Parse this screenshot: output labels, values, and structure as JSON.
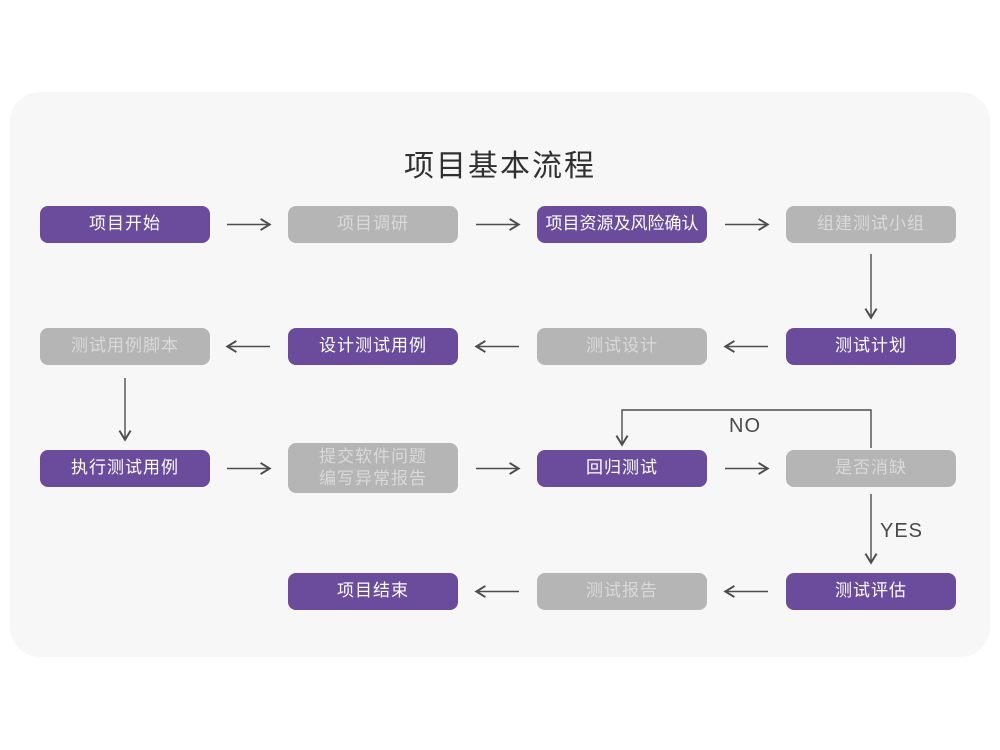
{
  "title": "项目基本流程",
  "colors": {
    "purple": "#6a4b9c",
    "purple_text": "#ffffff",
    "gray": "#b5b5b5",
    "gray_text": "#d9d9d9",
    "card_bg": "#f7f7f7",
    "page_bg": "#ffffff",
    "arrow": "#4d4d4d",
    "title_text": "#303030",
    "edge_label_text": "#4a4a4a"
  },
  "nodes": [
    {
      "id": "project-start",
      "label": "项目开始",
      "variant": "purple"
    },
    {
      "id": "project-research",
      "label": "项目调研",
      "variant": "gray"
    },
    {
      "id": "project-resources-risk",
      "label": "项目资源及风险确认",
      "variant": "purple"
    },
    {
      "id": "build-test-team",
      "label": "组建测试小组",
      "variant": "gray"
    },
    {
      "id": "test-plan",
      "label": "测试计划",
      "variant": "purple"
    },
    {
      "id": "test-design",
      "label": "测试设计",
      "variant": "gray"
    },
    {
      "id": "design-test-cases",
      "label": "设计测试用例",
      "variant": "purple"
    },
    {
      "id": "test-case-script",
      "label": "测试用例脚本",
      "variant": "gray"
    },
    {
      "id": "execute-test-cases",
      "label": "执行测试用例",
      "variant": "purple"
    },
    {
      "id": "submit-software-issues",
      "label": "提交软件问题",
      "label2": "编写异常报告",
      "variant": "gray"
    },
    {
      "id": "regression-test",
      "label": "回归测试",
      "variant": "purple"
    },
    {
      "id": "defect-resolved",
      "label": "是否消缺",
      "variant": "gray"
    },
    {
      "id": "test-evaluation",
      "label": "测试评估",
      "variant": "purple"
    },
    {
      "id": "test-report",
      "label": "测试报告",
      "variant": "gray"
    },
    {
      "id": "project-end",
      "label": "项目结束",
      "variant": "purple"
    }
  ],
  "edge_labels": {
    "no": "NO",
    "yes": "YES"
  }
}
